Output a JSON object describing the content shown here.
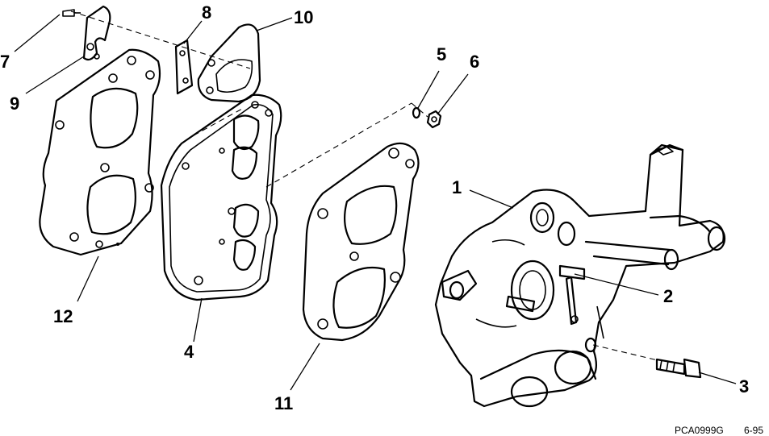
{
  "callouts": {
    "c1": "1",
    "c2": "2",
    "c3": "3",
    "c4": "4",
    "c5": "5",
    "c6": "6",
    "c7": "7",
    "c8": "8",
    "c9": "9",
    "c10": "10",
    "c11": "11",
    "c12": "12"
  },
  "footer": {
    "code": "PCA0999G",
    "date": "6-95"
  }
}
